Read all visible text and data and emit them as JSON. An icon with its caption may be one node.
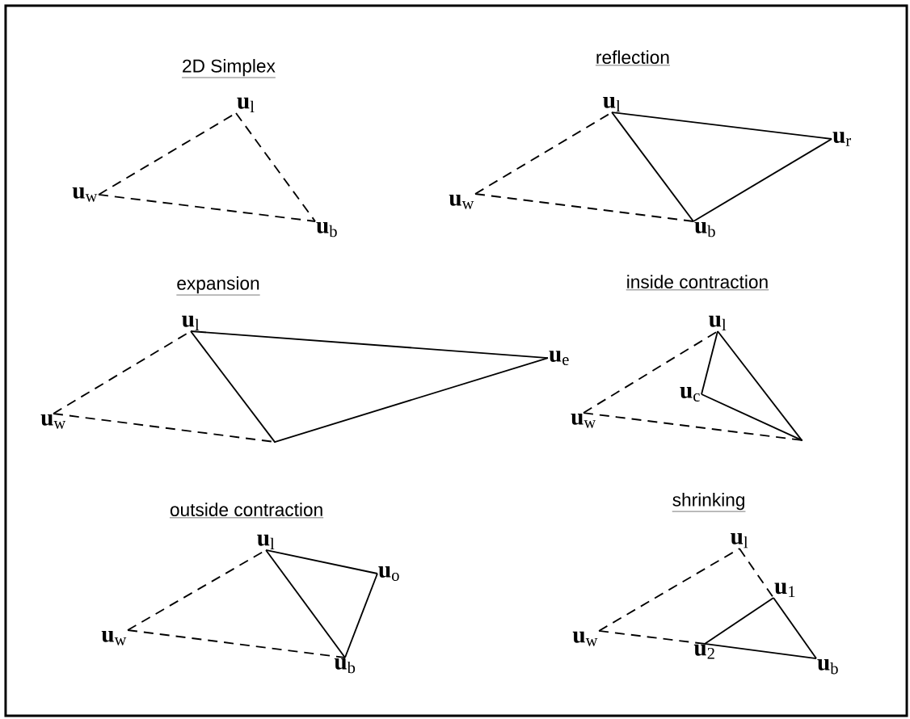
{
  "diagram": {
    "nodes": [
      {
        "text": [
          "**u**$_{l}$"
        ]
      },
      {
        "text": [
          "**u**$_{w}$"
        ]
      },
      {
        "text": [
          "**u**$_{b}$"
        ]
      },
      {
        "text": [
          "**u**$_{l}$"
        ]
      },
      {
        "text": [
          "**u**$_{r}$"
        ]
      },
      {
        "text": [
          "**u**$_{w}$"
        ]
      },
      {
        "text": [
          "**u**$_{b}$"
        ]
      },
      {
        "text": [
          "**u**$_{l}$"
        ]
      },
      {
        "text": [
          "**u**$_{e}$"
        ]
      },
      {
        "text": [
          "**u**$_{w}$"
        ]
      },
      {
        "text": [],
        "shape": "circle"
      },
      {
        "text": [
          "**u**$_{l}$"
        ]
      },
      {
        "text": [
          "**u**$_{c}$"
        ]
      },
      {
        "text": [
          "**u**$_{w}$"
        ]
      },
      {
        "text": [],
        "shape": "circle"
      },
      {
        "text": [
          "**u**$_{l}$"
        ]
      },
      {
        "text": [
          "**u**$_{o}$"
        ]
      },
      {
        "text": [
          "**u**$_{w}$"
        ]
      },
      {
        "text": [
          "**u**$_{b}$"
        ]
      },
      {
        "text": [
          "**u**$_{l}$"
        ]
      },
      {
        "text": [
          "**u**$_{1}$"
        ]
      },
      {
        "text": [
          "**u**$_{w}$"
        ]
      },
      {
        "text": [
          "**u**$_{2}$"
        ]
      },
      {
        "text": [
          "**u**$_{b}$"
        ]
      }
    ],
    "edges": [
      {
        "from": 1,
        "to": 0,
        "arrow": "none",
        "style": "dashed"
      },
      {
        "from": 0,
        "to": 2,
        "arrow": "none",
        "style": "dashed"
      },
      {
        "from": 1,
        "to": 2,
        "arrow": "none",
        "style": "dashed"
      },
      {
        "from": 5,
        "to": 3,
        "arrow": "none",
        "style": "dashed"
      },
      {
        "from": 5,
        "to": 6,
        "arrow": "none",
        "style": "dashed"
      },
      {
        "from": 3,
        "to": 4,
        "arrow": "none"
      },
      {
        "from": 3,
        "to": 6,
        "arrow": "none"
      },
      {
        "from": 4,
        "to": 6,
        "arrow": "none"
      },
      {
        "from": 9,
        "to": 7,
        "arrow": "none",
        "style": "dashed"
      },
      {
        "from": 9,
        "to": 10,
        "arrow": "none",
        "style": "dashed"
      },
      {
        "from": 7,
        "to": 8,
        "arrow": "none"
      },
      {
        "from": 7,
        "to": 10,
        "arrow": "none"
      },
      {
        "from": 8,
        "to": 10,
        "arrow": "none"
      },
      {
        "from": 13,
        "to": 11,
        "arrow": "none",
        "style": "dashed"
      },
      {
        "from": 13,
        "to": 14,
        "arrow": "none",
        "style": "dashed"
      },
      {
        "from": 11,
        "to": 12,
        "arrow": "none"
      },
      {
        "from": 12,
        "to": 14,
        "arrow": "none"
      },
      {
        "from": 11,
        "to": 14,
        "arrow": "none"
      },
      {
        "from": 17,
        "to": 15,
        "arrow": "none",
        "style": "dashed"
      },
      {
        "from": 17,
        "to": 18,
        "arrow": "none",
        "style": "dashed"
      },
      {
        "from": 15,
        "to": 16,
        "arrow": "none"
      },
      {
        "from": 16,
        "to": 18,
        "arrow": "none"
      },
      {
        "from": 15,
        "to": 18,
        "arrow": "none"
      },
      {
        "from": 21,
        "to": 19,
        "arrow": "none",
        "style": "dashed"
      },
      {
        "from": 19,
        "to": 20,
        "arrow": "none",
        "style": "dashed"
      },
      {
        "from": 21,
        "to": 22,
        "arrow": "none",
        "style": "dashed"
      },
      {
        "from": 20,
        "to": 23,
        "arrow": "none"
      },
      {
        "from": 22,
        "to": 23,
        "arrow": "none"
      },
      {
        "from": 22,
        "to": 20,
        "arrow": "none"
      }
    ],
    "labels": [
      "2D Simplex",
      "reflection",
      "expansion",
      "inside contraction",
      "outside contraction",
      "shrinking"
    ]
  }
}
